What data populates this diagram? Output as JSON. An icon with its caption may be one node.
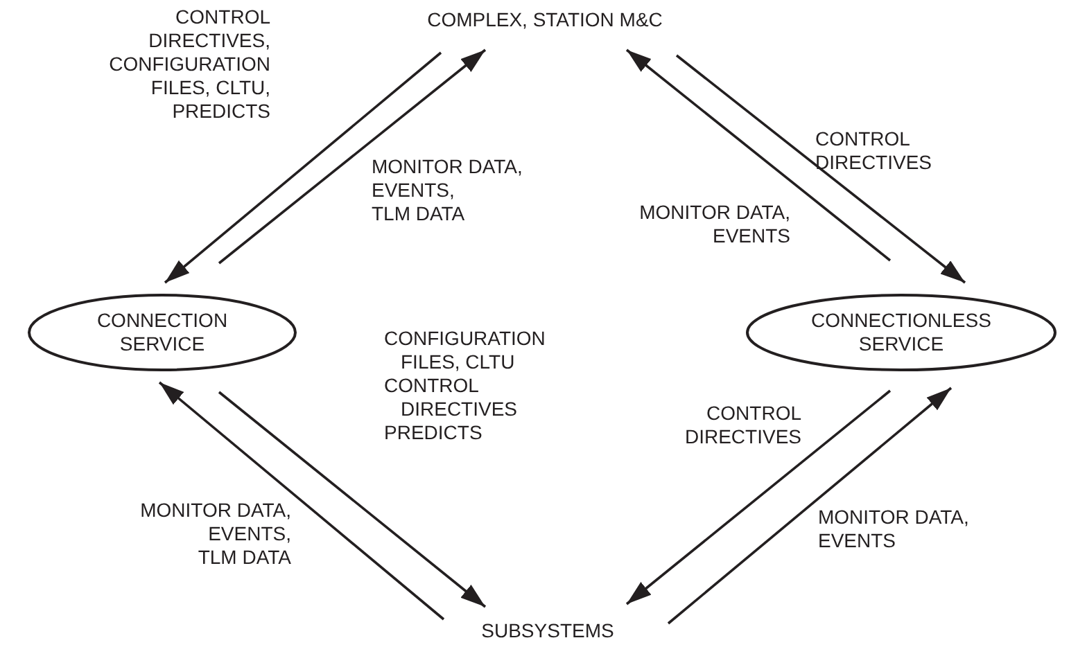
{
  "diagram": {
    "nodes": [
      {
        "text": [
          "COMPLEX, STATION M&C"
        ]
      },
      {
        "text": [
          "CONNECTION SERVICE"
        ]
      },
      {
        "text": [
          "CONNECTIONLESS SERVICE"
        ]
      },
      {
        "text": [
          "SUBSYSTEMS"
        ]
      }
    ],
    "edges": [
      {
        "from": 0,
        "to": 1,
        "arrow": "to",
        "label": "CONTROL DIRECTIVES, CONFIGURATION FILES, CLTU, PREDICTS"
      },
      {
        "from": 1,
        "to": 0,
        "arrow": "to",
        "label": "MONITOR DATA, EVENTS, TLM DATA"
      },
      {
        "from": 0,
        "to": 2,
        "arrow": "to",
        "label": "CONTROL DIRECTIVES"
      },
      {
        "from": 2,
        "to": 0,
        "arrow": "to",
        "label": "MONITOR DATA, EVENTS"
      },
      {
        "from": 1,
        "to": 3,
        "arrow": "to",
        "label": "CONFIGURATION FILES, CLTU CONTROL DIRECTIVES PREDICTS"
      },
      {
        "from": 3,
        "to": 1,
        "arrow": "to",
        "label": "MONITOR DATA, EVENTS, TLM DATA"
      },
      {
        "from": 2,
        "to": 3,
        "arrow": "to",
        "label": "CONTROL DIRECTIVES"
      },
      {
        "from": 3,
        "to": 2,
        "arrow": "to",
        "label": "MONITOR DATA, EVENTS"
      }
    ]
  }
}
